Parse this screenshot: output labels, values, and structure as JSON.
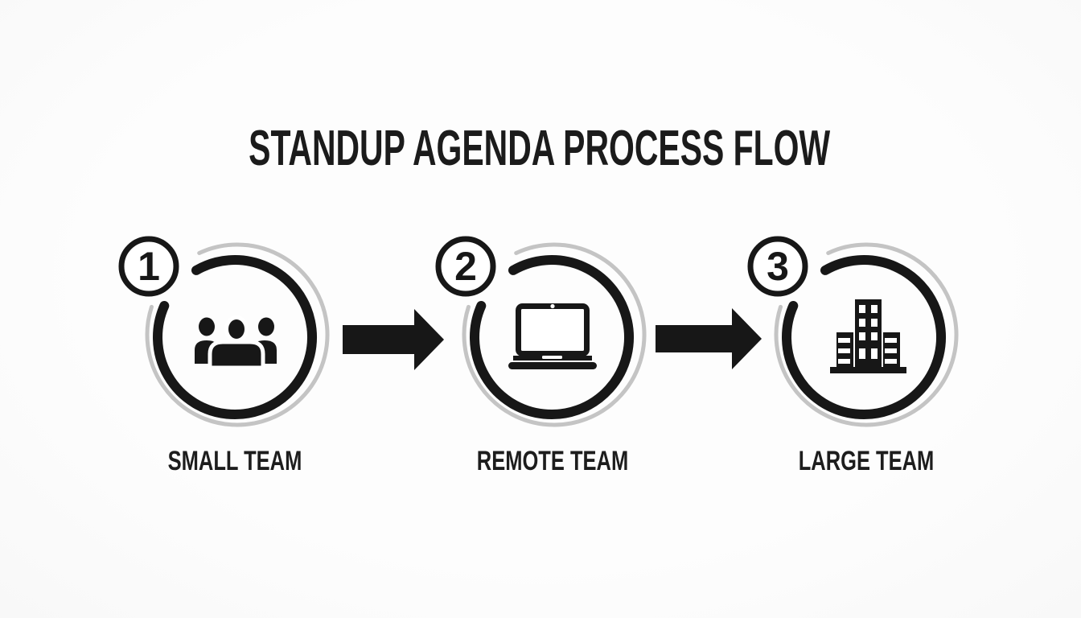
{
  "title": "STANDUP AGENDA PROCESS FLOW",
  "colors": {
    "ink": "#171717",
    "ring_shadow_gray": "#c4c4c4",
    "background": "#fcfcfc",
    "badge_fill": "#ffffff"
  },
  "steps": [
    {
      "number": "1",
      "label": "SMALL TEAM",
      "icon": "team-people-icon"
    },
    {
      "number": "2",
      "label": "REMOTE TEAM",
      "icon": "laptop-icon"
    },
    {
      "number": "3",
      "label": "LARGE TEAM",
      "icon": "office-building-icon"
    }
  ],
  "connectors": [
    {
      "icon": "right-arrow-icon"
    },
    {
      "icon": "right-arrow-icon"
    }
  ]
}
